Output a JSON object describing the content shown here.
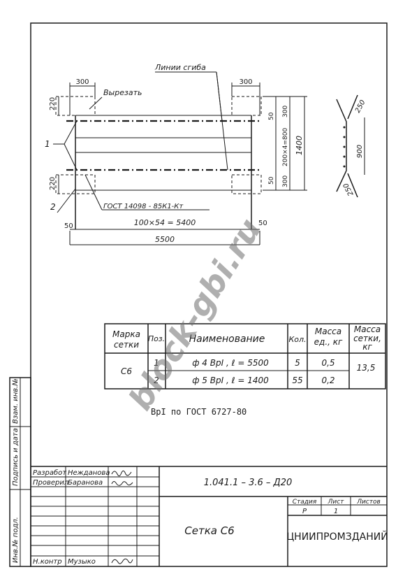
{
  "drawing": {
    "bend_lines_label": "Линии сгиба",
    "cut_label": "Вырезать",
    "gost_label": "ГОСТ 14098 - 85К1-Кт",
    "positions": [
      "1",
      "2"
    ],
    "dims": {
      "cut_width_left": "300",
      "cut_width_right": "300",
      "side_220_top": "220",
      "side_220_bottom": "220",
      "edge_50_left": "50",
      "edge_50_right": "50",
      "right_50_top": "50",
      "right_50_bottom": "50",
      "right_300_top": "300",
      "right_300_bottom": "300",
      "right_middle": "200×4=800",
      "total_height": "1400",
      "spacing": "100×54 = 5400",
      "total_length": "5500"
    },
    "section": {
      "top": "250",
      "middle": "900",
      "bottom": "250"
    }
  },
  "table": {
    "headers": {
      "mark": "Марка сетки",
      "pos": "Поз.",
      "name": "Наименование",
      "qty": "Кол.",
      "mass_unit": "Масса ед., кг",
      "mass_total": "Масса сетки, кг"
    },
    "mark_value": "С6",
    "mass_total_value": "13,5",
    "rows": [
      {
        "pos": "1",
        "name": "ф 4 BpI , ℓ = 5500",
        "qty": "5",
        "mass": "0,5"
      },
      {
        "pos": "2",
        "name": "ф 5 BpI , ℓ = 1400",
        "qty": "55",
        "mass": "0,2"
      }
    ]
  },
  "note": "BpI по ГОСТ 6727-80",
  "watermark": "block-gbi.ru",
  "side_stamp": {
    "inv_orig": "Инв.№ подл.",
    "sign_date": "Подпись и дата",
    "inv_dup": "Взам. инв.№"
  },
  "title_block": {
    "doc_code": "1.041.1 – 3.6 – Д20",
    "title": "Сетка  С6",
    "roles": {
      "developed": "Разработ",
      "checked": "Проверил",
      "control": "Н.контр"
    },
    "names": {
      "developed": "Нежданова",
      "checked": "Баранова",
      "control": "Музыко"
    },
    "signatures": {
      "developed": "Н.Не",
      "checked": "Баранова",
      "control": "Музыко"
    },
    "stage_header": "Стадия",
    "sheet_header": "Лист",
    "sheets_header": "Листов",
    "stage_value": "Р",
    "sheet_value": "1",
    "organization": "ЦНИИПРОМЗДАНИЙ"
  }
}
